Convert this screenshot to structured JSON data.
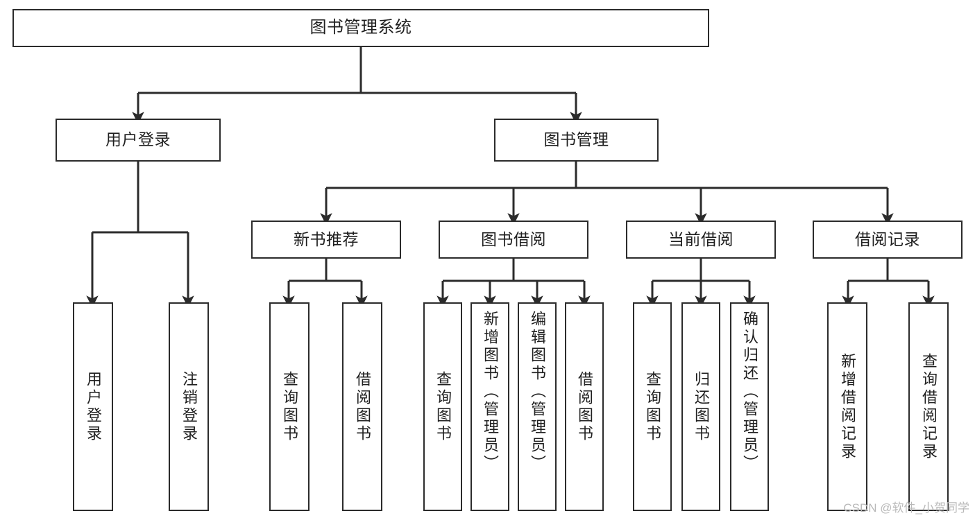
{
  "diagram": {
    "title": "图书管理系统",
    "watermark": "CSDN @软件_小贺同学",
    "root": {
      "label": "图书管理系统"
    },
    "level2": [
      {
        "label": "用户登录"
      },
      {
        "label": "图书管理"
      }
    ],
    "level3": [
      {
        "label": "新书推荐"
      },
      {
        "label": "图书借阅"
      },
      {
        "label": "当前借阅"
      },
      {
        "label": "借阅记录"
      }
    ],
    "leaves": {
      "user_login": [
        {
          "label": "用户登录"
        },
        {
          "label": "注销登录"
        }
      ],
      "new_book_recommend": [
        {
          "label": "查询图书"
        },
        {
          "label": "借阅图书"
        }
      ],
      "book_borrow": [
        {
          "label": "查询图书"
        },
        {
          "label": "新增图书（管理员）"
        },
        {
          "label": "编辑图书（管理员）"
        },
        {
          "label": "借阅图书"
        }
      ],
      "current_borrow": [
        {
          "label": "查询图书"
        },
        {
          "label": "归还图书"
        },
        {
          "label": "确认归还（管理员）"
        }
      ],
      "borrow_record": [
        {
          "label": "新增借阅记录"
        },
        {
          "label": "查询借阅记录"
        }
      ]
    },
    "colors": {
      "stroke": "#2b2b2b",
      "fill": "#ffffff",
      "text": "#1f1f1f",
      "watermark": "#b9b9b9"
    }
  }
}
